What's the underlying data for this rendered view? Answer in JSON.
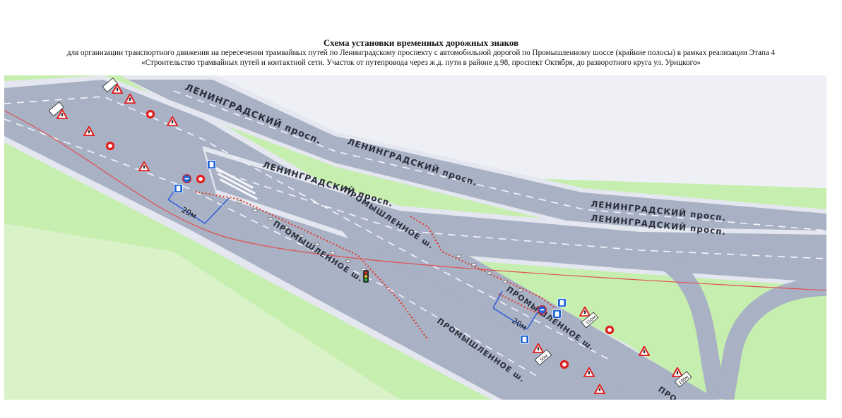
{
  "header": {
    "title": "Схема установки временных дорожных знаков",
    "subtitle_line1": "для организации транспортного движения на пересечении трамвайных путей по Ленинградскому проспекту с автомобильной дорогой по Промышленному шоссе (крайние полосы) в рамках реализации Этапа 4",
    "subtitle_line2": "«Строительство трамвайных путей и контактной сети. Участок от путепровода через ж.д. пути в районе д.98, проспект Октября, до разворотного круга ул. Урицкого»"
  },
  "map": {
    "road_labels": {
      "leningradsky_1": "ЛЕНИНГРАДСКИЙ просп.",
      "leningradsky_2": "ЛЕНИНГРАДСКИЙ просп.",
      "leningradsky_3": "ЛЕНИНГРАДСКИЙ просп.",
      "leningradsky_4": "ЛЕНИНГРАДСКИЙ просп.",
      "leningradsky_5": "ЛЕНИНГРАДСКИЙ просп.",
      "promyshlennoe_1": "ПРОМЫШЛЕННОЕ ш.",
      "promyshlennoe_2": "ПРОМЫШЛЕННОЕ ш.",
      "promyshlennoe_3": "ПРОМЫШЛЕННОЕ ш.",
      "promyshlennoe_4": "ПРОМЫШЛЕННОЕ ш.",
      "promyshlennoe_5": "ПРО"
    },
    "dimension_labels": {
      "left": "20м",
      "right": "20м"
    },
    "sign_plates": {
      "p1": "150м",
      "p2": "50м",
      "p3": "100м"
    },
    "colors": {
      "grass": "#c3edab",
      "road": "#a8b0c4",
      "road_edge": "#e6e9f1",
      "pavement": "#f0f1f5",
      "tram_line": "#e05050",
      "work_zone": "#e23a2a",
      "dimension": "#2a5bd7",
      "sign_red": "#e02020",
      "sign_blue": "#1b63d8"
    },
    "icons": [
      "warning-triangle-icon",
      "no-entry-sign-icon",
      "speed-limit-sign-icon",
      "info-sign-icon",
      "traffic-light-icon"
    ]
  }
}
